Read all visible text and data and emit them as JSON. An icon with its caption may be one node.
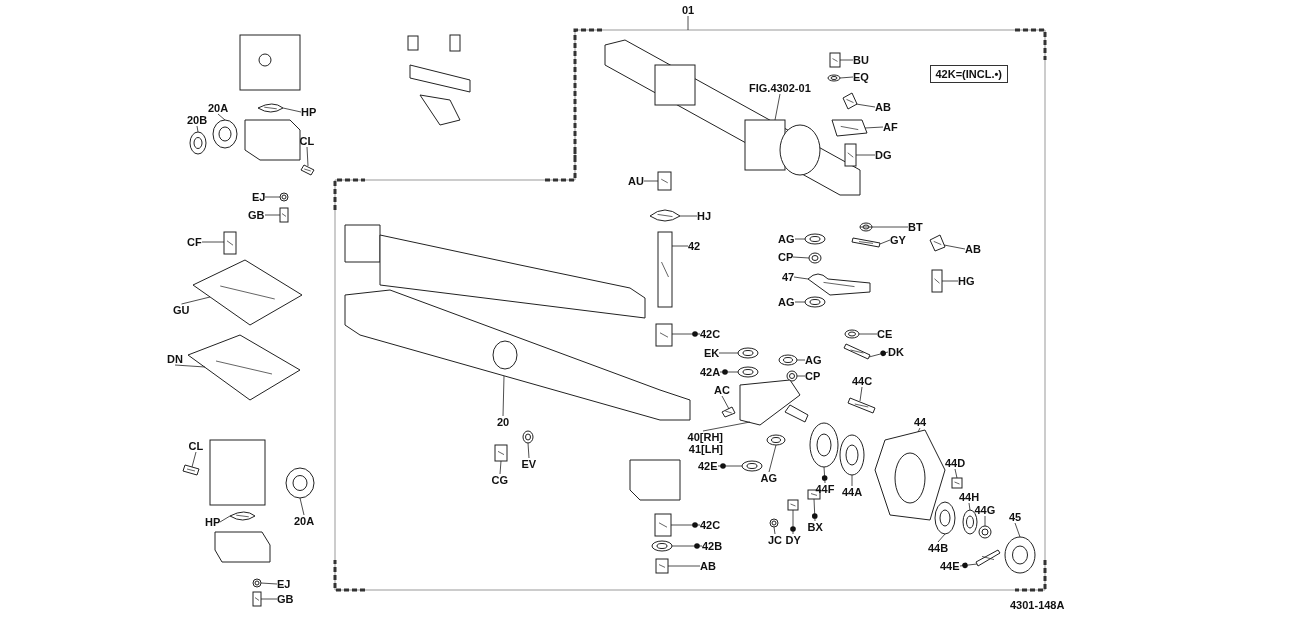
{
  "diagram": {
    "nodes": [
      {
        "text": [
          "01"
        ]
      },
      {
        "text": [
          "FIG.4302-01"
        ]
      },
      {
        "text": [
          "BU"
        ]
      },
      {
        "text": [
          "EQ"
        ]
      },
      {
        "text": [
          "AB"
        ]
      },
      {
        "text": [
          "AF"
        ]
      },
      {
        "text": [
          "DG"
        ]
      },
      {
        "text": [
          "42K=(INCL.•)"
        ]
      },
      {
        "text": [
          "20A"
        ]
      },
      {
        "text": [
          "20B"
        ]
      },
      {
        "text": [
          "HP"
        ]
      },
      {
        "text": [
          "CL"
        ]
      },
      {
        "text": [
          "EJ"
        ]
      },
      {
        "text": [
          "GB"
        ]
      },
      {
        "text": [
          "AU"
        ]
      },
      {
        "text": [
          "HJ"
        ]
      },
      {
        "text": [
          "42"
        ]
      },
      {
        "text": [
          "AG"
        ]
      },
      {
        "text": [
          "CP"
        ]
      },
      {
        "text": [
          "47"
        ]
      },
      {
        "text": [
          "AG"
        ]
      },
      {
        "text": [
          "BT"
        ]
      },
      {
        "text": [
          "GY"
        ]
      },
      {
        "text": [
          "AB"
        ]
      },
      {
        "text": [
          "HG"
        ]
      },
      {
        "text": [
          "CF"
        ]
      },
      {
        "text": [
          "GU"
        ]
      },
      {
        "text": [
          "DN"
        ]
      },
      {
        "text": [
          "42C"
        ]
      },
      {
        "text": [
          "EK"
        ]
      },
      {
        "text": [
          "42A"
        ]
      },
      {
        "text": [
          "AG"
        ]
      },
      {
        "text": [
          "CP"
        ]
      },
      {
        "text": [
          "CE"
        ]
      },
      {
        "text": [
          "DK"
        ]
      },
      {
        "text": [
          "AC"
        ]
      },
      {
        "text": [
          "40[RH] 41[LH]"
        ]
      },
      {
        "text": [
          "42E"
        ]
      },
      {
        "text": [
          "AG"
        ]
      },
      {
        "text": [
          "20"
        ]
      },
      {
        "text": [
          "CG"
        ]
      },
      {
        "text": [
          "EV"
        ]
      },
      {
        "text": [
          "CL"
        ]
      },
      {
        "text": [
          "20A"
        ]
      },
      {
        "text": [
          "HP"
        ]
      },
      {
        "text": [
          "EJ"
        ]
      },
      {
        "text": [
          "GB"
        ]
      },
      {
        "text": [
          "42C"
        ]
      },
      {
        "text": [
          "42B"
        ]
      },
      {
        "text": [
          "AB"
        ]
      },
      {
        "text": [
          "44C"
        ]
      },
      {
        "text": [
          "44"
        ]
      },
      {
        "text": [
          "44F"
        ]
      },
      {
        "text": [
          "44A"
        ]
      },
      {
        "text": [
          "JC"
        ]
      },
      {
        "text": [
          "DY"
        ]
      },
      {
        "text": [
          "BX"
        ]
      },
      {
        "text": [
          "44D"
        ]
      },
      {
        "text": [
          "44H"
        ]
      },
      {
        "text": [
          "44G"
        ]
      },
      {
        "text": [
          "44B"
        ]
      },
      {
        "text": [
          "45"
        ]
      },
      {
        "text": [
          "44E"
        ]
      },
      {
        "text": [],
        "shape": "picture"
      },
      {
        "text": [],
        "shape": "picture"
      },
      {
        "text": [],
        "shape": "picture"
      },
      {
        "text": [],
        "shape": "picture"
      },
      {
        "text": [],
        "shape": "picture"
      },
      {
        "text": [],
        "shape": "picture"
      },
      {
        "text": [],
        "shape": "picture"
      },
      {
        "text": [],
        "shape": "picture"
      },
      {
        "text": [],
        "shape": "picture"
      },
      {
        "text": [],
        "shape": "picture"
      },
      {
        "text": [],
        "shape": "picture"
      },
      {
        "text": [],
        "shape": "picture"
      },
      {
        "text": [],
        "shape": "picture"
      },
      {
        "text": [],
        "shape": "picture"
      },
      {
        "text": [],
        "shape": "picture"
      },
      {
        "text": [],
        "shape": "picture"
      },
      {
        "text": [],
        "shape": "picture"
      },
      {
        "text": [],
        "shape": "picture"
      },
      {
        "text": [],
        "shape": "picture"
      },
      {
        "text": [],
        "shape": "picture"
      },
      {
        "text": [],
        "shape": "picture"
      },
      {
        "text": [],
        "shape": "picture"
      },
      {
        "text": [],
        "shape": "picture"
      },
      {
        "text": [],
        "shape": "picture"
      },
      {
        "text": [],
        "shape": "picture"
      },
      {
        "text": [],
        "shape": "picture"
      },
      {
        "text": [],
        "shape": "picture"
      },
      {
        "text": [],
        "shape": "picture"
      },
      {
        "text": [],
        "shape": "picture"
      },
      {
        "text": [],
        "shape": "picture"
      },
      {
        "text": [],
        "shape": "picture"
      },
      {
        "text": [],
        "shape": "picture"
      },
      {
        "text": [],
        "shape": "picture"
      },
      {
        "text": [],
        "shape": "picture"
      },
      {
        "text": [],
        "shape": "picture"
      },
      {
        "text": [],
        "shape": "picture"
      },
      {
        "text": [],
        "shape": "picture"
      },
      {
        "text": [],
        "shape": "picture"
      },
      {
        "text": [],
        "shape": "picture"
      },
      {
        "text": [],
        "shape": "picture"
      },
      {
        "text": [],
        "shape": "picture"
      },
      {
        "text": [],
        "shape": "picture"
      },
      {
        "text": [],
        "shape": "picture"
      },
      {
        "text": [],
        "shape": "picture"
      },
      {
        "text": [],
        "shape": "picture"
      },
      {
        "text": [],
        "shape": "picture"
      },
      {
        "text": [],
        "shape": "picture"
      },
      {
        "text": [],
        "shape": "picture"
      },
      {
        "text": [],
        "shape": "picture"
      },
      {
        "text": [],
        "shape": "picture"
      },
      {
        "text": [],
        "shape": "picture"
      },
      {
        "text": [],
        "shape": "picture"
      },
      {
        "text": [],
        "shape": "picture"
      },
      {
        "text": [],
        "shape": "picture"
      },
      {
        "text": [],
        "shape": "picture"
      },
      {
        "text": [],
        "shape": "picture"
      },
      {
        "text": [],
        "shape": "picture"
      },
      {
        "text": [],
        "shape": "picture"
      },
      {
        "text": [],
        "shape": "picture"
      },
      {
        "text": [],
        "shape": "picture"
      },
      {
        "text": [],
        "shape": "picture"
      }
    ],
    "edges": [
      {
        "from": 0,
        "to": null,
        "arrow": "none"
      },
      {
        "from": 1,
        "to": 63,
        "arrow": "none"
      },
      {
        "from": 2,
        "to": 64,
        "arrow": "none"
      },
      {
        "from": 3,
        "to": 65,
        "arrow": "none"
      },
      {
        "from": 4,
        "to": 66,
        "arrow": "none"
      },
      {
        "from": 5,
        "to": 67,
        "arrow": "none"
      },
      {
        "from": 6,
        "to": 68,
        "arrow": "none"
      },
      {
        "from": 8,
        "to": 69,
        "arrow": "none"
      },
      {
        "from": 9,
        "to": 70,
        "arrow": "none"
      },
      {
        "from": 10,
        "to": 71,
        "arrow": "none"
      },
      {
        "from": 11,
        "to": 72,
        "arrow": "none"
      },
      {
        "from": 12,
        "to": 73,
        "arrow": "none"
      },
      {
        "from": 13,
        "to": 74,
        "arrow": "none"
      },
      {
        "from": 14,
        "to": 75,
        "arrow": "none"
      },
      {
        "from": 15,
        "to": 76,
        "arrow": "none"
      },
      {
        "from": 16,
        "to": 77,
        "arrow": "none"
      },
      {
        "from": 17,
        "to": 78,
        "arrow": "none"
      },
      {
        "from": 18,
        "to": 79,
        "arrow": "none"
      },
      {
        "from": 19,
        "to": 80,
        "arrow": "none"
      },
      {
        "from": 20,
        "to": 81,
        "arrow": "none"
      },
      {
        "from": 21,
        "to": 82,
        "arrow": "none"
      },
      {
        "from": 22,
        "to": 83,
        "arrow": "none"
      },
      {
        "from": 23,
        "to": 84,
        "arrow": "none"
      },
      {
        "from": 24,
        "to": 85,
        "arrow": "none"
      },
      {
        "from": 25,
        "to": 86,
        "arrow": "none"
      },
      {
        "from": 26,
        "to": 87,
        "arrow": "none"
      },
      {
        "from": 27,
        "to": 88,
        "arrow": "none"
      },
      {
        "from": 28,
        "to": 89,
        "arrow": "other"
      },
      {
        "from": 29,
        "to": 90,
        "arrow": "none"
      },
      {
        "from": 30,
        "to": 91,
        "arrow": "other"
      },
      {
        "from": 31,
        "to": 92,
        "arrow": "none"
      },
      {
        "from": 32,
        "to": 93,
        "arrow": "none"
      },
      {
        "from": 33,
        "to": 94,
        "arrow": "none"
      },
      {
        "from": 34,
        "to": 95,
        "arrow": "other"
      },
      {
        "from": 35,
        "to": 96,
        "arrow": "none"
      },
      {
        "from": 36,
        "to": 97,
        "arrow": "none"
      },
      {
        "from": 37,
        "to": 98,
        "arrow": "other"
      },
      {
        "from": 38,
        "to": 99,
        "arrow": "none"
      },
      {
        "from": 39,
        "to": 100,
        "arrow": "none"
      },
      {
        "from": 40,
        "to": 101,
        "arrow": "none"
      },
      {
        "from": 41,
        "to": 102,
        "arrow": "none"
      },
      {
        "from": 42,
        "to": 103,
        "arrow": "none"
      },
      {
        "from": 43,
        "to": 104,
        "arrow": "none"
      },
      {
        "from": 44,
        "to": 105,
        "arrow": "none"
      },
      {
        "from": 45,
        "to": 106,
        "arrow": "none"
      },
      {
        "from": 46,
        "to": 107,
        "arrow": "none"
      },
      {
        "from": 47,
        "to": 108,
        "arrow": "other"
      },
      {
        "from": 48,
        "to": 109,
        "arrow": "other"
      },
      {
        "from": 49,
        "to": 110,
        "arrow": "none"
      },
      {
        "from": 50,
        "to": 111,
        "arrow": "none"
      },
      {
        "from": 51,
        "to": 112,
        "arrow": "none"
      },
      {
        "from": 52,
        "to": 113,
        "arrow": "other"
      },
      {
        "from": 53,
        "to": 114,
        "arrow": "none"
      },
      {
        "from": 54,
        "to": 115,
        "arrow": "none"
      },
      {
        "from": 55,
        "to": 116,
        "arrow": "other"
      },
      {
        "from": 56,
        "to": 117,
        "arrow": "other"
      },
      {
        "from": 57,
        "to": 118,
        "arrow": "none"
      },
      {
        "from": 58,
        "to": 119,
        "arrow": "none"
      },
      {
        "from": 59,
        "to": 120,
        "arrow": "none"
      },
      {
        "from": 60,
        "to": 121,
        "arrow": "none"
      },
      {
        "from": 61,
        "to": 122,
        "arrow": "none"
      },
      {
        "from": 62,
        "to": 123,
        "arrow": "other"
      }
    ],
    "labels": [
      "4301-148A"
    ]
  }
}
